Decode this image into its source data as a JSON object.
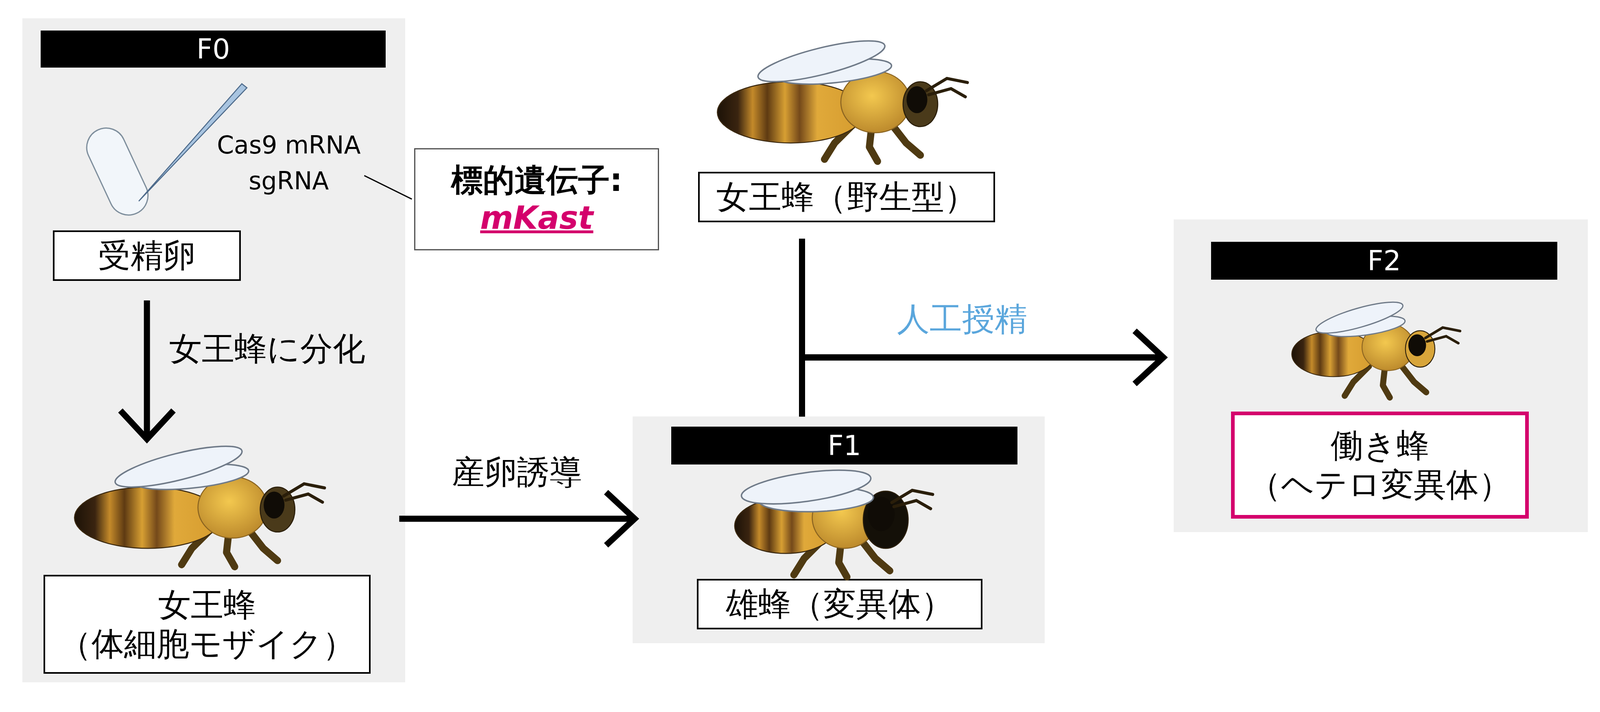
{
  "diagram": {
    "nodes": [
      {
        "text": [
          "F0"
        ]
      },
      {
        "text": [
          "受精卵"
        ],
        "in": 0
      },
      {
        "text": [
          "女王蜂 （体細胞モザイク）"
        ],
        "in": 0
      },
      {
        "text": [
          "標的遺伝子:",
          "mKast"
        ]
      },
      {
        "text": [
          "女王蜂（野生型）"
        ]
      },
      {
        "text": [
          "F1"
        ]
      },
      {
        "text": [
          "雄蜂（変異体）"
        ],
        "in": 5
      },
      {
        "text": [
          "F2"
        ]
      },
      {
        "text": [
          "働き蜂 （ヘテロ変異体）"
        ],
        "in": 7
      }
    ],
    "edges": [
      {
        "from": 1,
        "to": 2,
        "arrow": "to",
        "label": "女王蜂に分化"
      },
      {
        "from": 2,
        "to": 5,
        "arrow": "to",
        "label": "産卵誘導"
      },
      {
        "from": 4,
        "to": 7,
        "arrow": "to",
        "label": "人工授精"
      },
      {
        "from": 5,
        "to": 7,
        "arrow": "to"
      }
    ],
    "labels": [
      "Cas9 mRNA",
      "sgRNA"
    ]
  }
}
